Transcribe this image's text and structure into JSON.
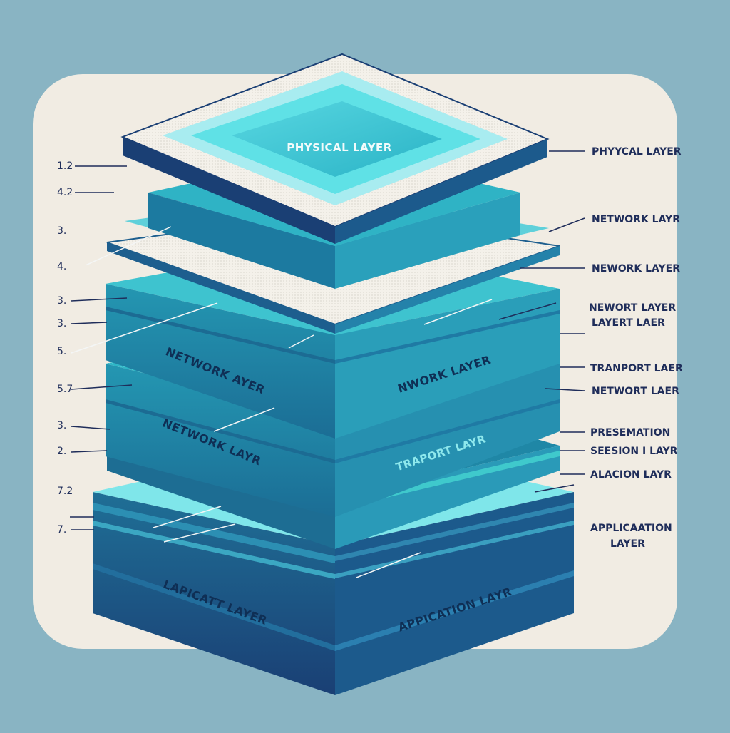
{
  "diagram": {
    "top_layer_label": "PHYSICAL LAYER",
    "face_labels": {
      "network_left": "NETWORK AYER",
      "network_right": "NWORK LAYER",
      "network_lower": "NETWORK LAYR",
      "transport": "TRAPORT LAYR",
      "laptop_left": "LAPICATT LAYER",
      "application_right": "APPICATION LAYR"
    },
    "left_numbers": [
      "1.2",
      "4.2",
      "3.",
      "4.",
      "3.",
      "3.",
      "5.",
      "5.7",
      "3.",
      "2.",
      "7.2",
      "",
      "7."
    ],
    "right_labels": [
      "PHYYCAL LAYER",
      "NETWORK LAYR",
      "NEWORK LAYER",
      "NEWORT LAYER",
      "LAYERT LAER",
      "TRANPORT LAER",
      "NETWORT LAER",
      "PRESEMATION",
      "SEESION I LAYR",
      "ALACION LAYR",
      "APPLICAATION",
      "LAYER"
    ]
  }
}
